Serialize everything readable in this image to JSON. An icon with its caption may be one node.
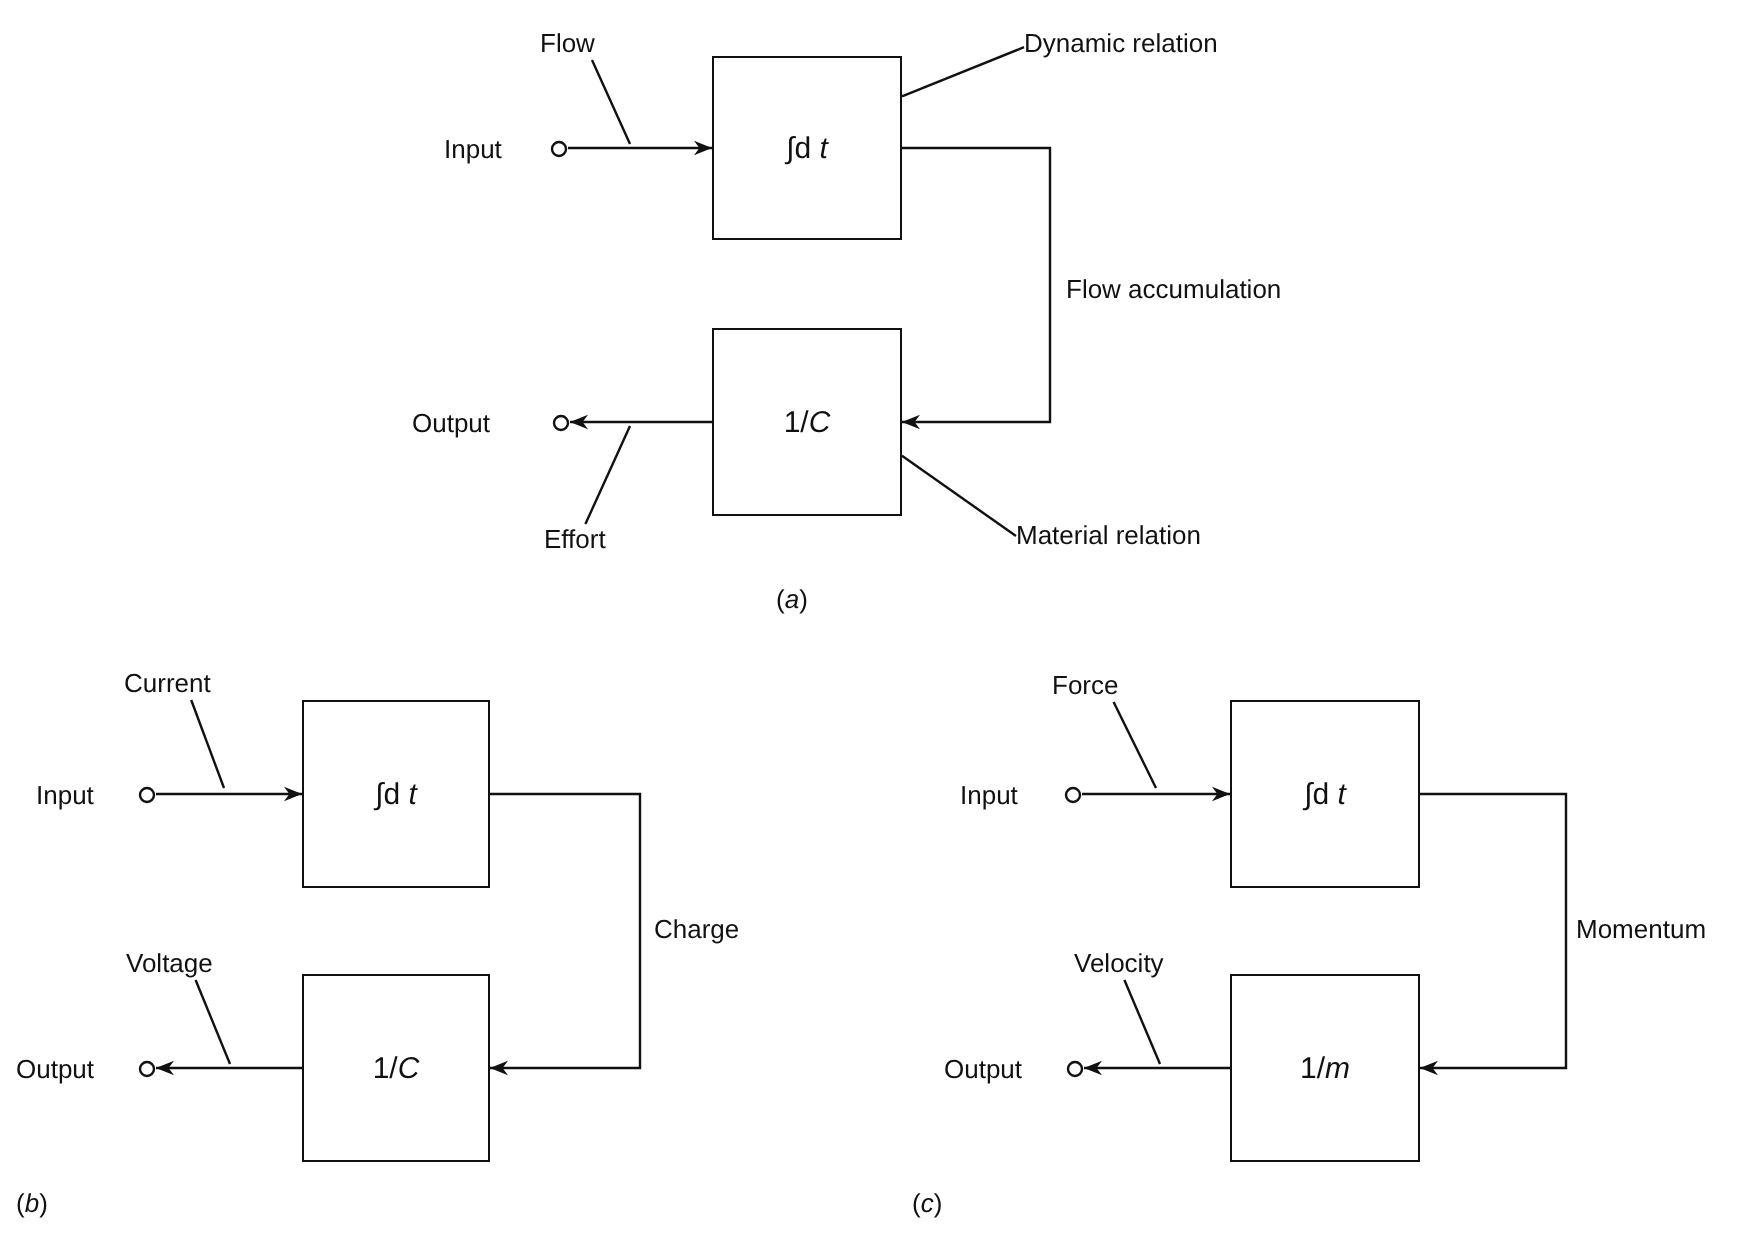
{
  "diagram": {
    "nodes": [
      {
        "text": [
          "Flow"
        ]
      },
      {
        "text": [
          "Dynamic relation"
        ]
      },
      {
        "text": [
          "Input"
        ]
      },
      {
        "text": [
          "∫d *t*"
        ]
      },
      {
        "text": [
          "1/*C*"
        ]
      },
      {
        "text": [
          "Output"
        ]
      },
      {
        "text": [
          "Effort"
        ]
      },
      {
        "text": [
          "Material relation"
        ]
      },
      {
        "text": [
          "Current"
        ]
      },
      {
        "text": [
          "Input"
        ]
      },
      {
        "text": [
          "∫d *t*"
        ]
      },
      {
        "text": [
          "Voltage"
        ]
      },
      {
        "text": [
          "Output"
        ]
      },
      {
        "text": [
          "1/*C*"
        ]
      },
      {
        "text": [
          "Force"
        ]
      },
      {
        "text": [
          "Input"
        ]
      },
      {
        "text": [
          "∫d *t*"
        ]
      },
      {
        "text": [
          "Velocity"
        ]
      },
      {
        "text": [
          "Output"
        ]
      },
      {
        "text": [
          "1/*m*"
        ]
      }
    ],
    "edges": [
      {
        "from": 2,
        "to": 3,
        "arrow": "to"
      },
      {
        "from": 3,
        "to": 4,
        "arrow": "to",
        "label": "Flow accumulation"
      },
      {
        "from": 4,
        "to": 5,
        "arrow": "to"
      },
      {
        "from": 0,
        "to": null,
        "arrow": "none"
      },
      {
        "from": 1,
        "to": 3,
        "arrow": "none"
      },
      {
        "from": 6,
        "to": null,
        "arrow": "none"
      },
      {
        "from": 7,
        "to": 4,
        "arrow": "none"
      },
      {
        "from": 9,
        "to": 10,
        "arrow": "to"
      },
      {
        "from": 10,
        "to": 13,
        "arrow": "to",
        "label": "Charge"
      },
      {
        "from": 13,
        "to": 12,
        "arrow": "to"
      },
      {
        "from": 8,
        "to": null,
        "arrow": "none"
      },
      {
        "from": 11,
        "to": null,
        "arrow": "none"
      },
      {
        "from": 15,
        "to": 16,
        "arrow": "to"
      },
      {
        "from": 16,
        "to": 19,
        "arrow": "to",
        "label": "Momentum"
      },
      {
        "from": 19,
        "to": 18,
        "arrow": "to"
      },
      {
        "from": 14,
        "to": null,
        "arrow": "none"
      },
      {
        "from": 17,
        "to": null,
        "arrow": "none"
      }
    ],
    "labels": [
      "(*a*)",
      "(*b*)",
      "(*c*)"
    ]
  }
}
